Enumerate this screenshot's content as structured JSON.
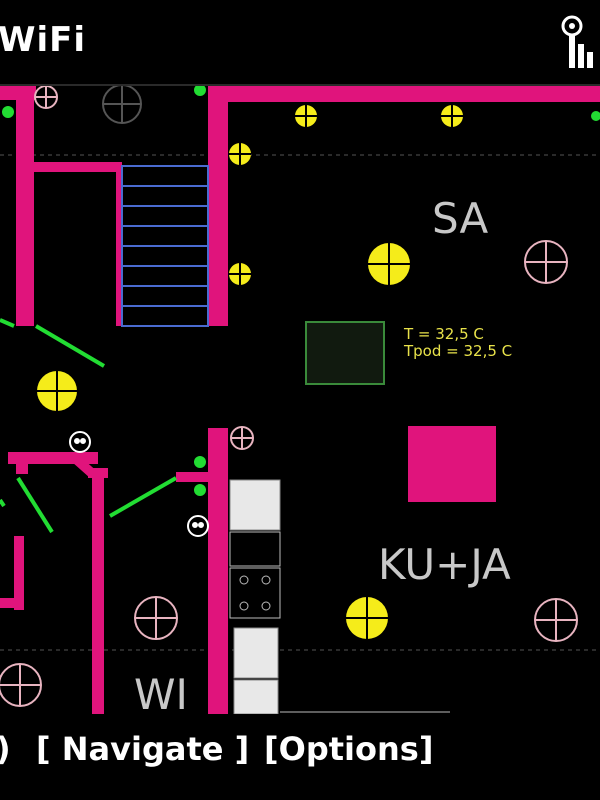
{
  "header": {
    "title": "WiFi",
    "signal_icon": "signal-antenna-icon"
  },
  "rooms": {
    "sa": "SA",
    "ku_ja": "KU+JA",
    "wi": "WI"
  },
  "sensor": {
    "temp": "T = 32,5 C",
    "tpod": "Tpod = 32,5 C"
  },
  "softkeys": {
    "left": ")",
    "navigate": "[ Navigate ]",
    "options": "[Options]"
  },
  "colors": {
    "wall": "#e0147c",
    "lamp": "#f5ec1a",
    "outlet": "#e8b4c0",
    "door": "#22dd33",
    "stairs": "#4a6bd0"
  }
}
